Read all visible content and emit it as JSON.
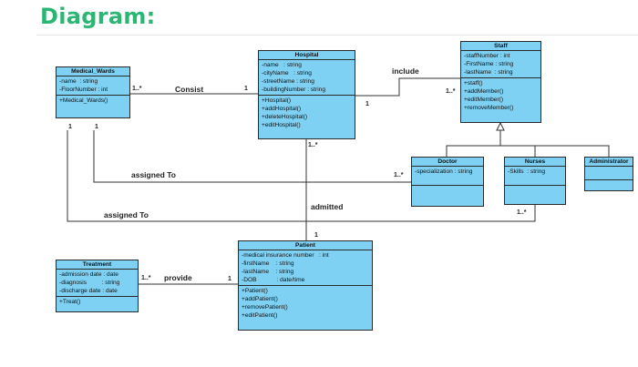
{
  "heading": "Diagram:",
  "classes": {
    "medical_wards": {
      "name": "Medical_Wards",
      "attributes": [
        "-name  : string",
        "-FloorNumber : int"
      ],
      "methods": [
        "+Medical_Wards()"
      ]
    },
    "hospital": {
      "name": "Hospital",
      "attributes": [
        "-name   : string",
        "-cityName   : string",
        "-streetName : string",
        "-buildingNumber : string"
      ],
      "methods": [
        "+Hospital()",
        "+addHospital()",
        "+deleteHospital()",
        "+editHospital()"
      ]
    },
    "staff": {
      "name": "Staff",
      "attributes": [
        "-staffNumber : int",
        "-FirstName : string",
        "-lastName  : string"
      ],
      "methods": [
        "+staff()",
        "+addMember()",
        "+editMember()",
        "+removeMember()"
      ]
    },
    "doctor": {
      "name": "Doctor",
      "attributes": [
        "-specialization : string"
      ],
      "methods": [
        ""
      ]
    },
    "nurses": {
      "name": "Nurses",
      "attributes": [
        "-Skills  : string"
      ],
      "methods": [
        ""
      ]
    },
    "administrator": {
      "name": "Administrator",
      "attributes": [
        ""
      ],
      "methods": [
        ""
      ]
    },
    "patient": {
      "name": "Patient",
      "attributes": [
        "-medical insurance number   : int",
        "-firstName    : string",
        "-lastName    : string",
        "-DOB            : date/time"
      ],
      "methods": [
        "+Patient()",
        "+addPatient()",
        "+removePatient()",
        "+editPatient()"
      ]
    },
    "treatment": {
      "name": "Treatment",
      "attributes": [
        "-admission date : date",
        "-diagnosis         : string",
        "-discharge date : date"
      ],
      "methods": [
        "+Treat()"
      ]
    }
  },
  "associations": {
    "consist": "Consist",
    "include": "include",
    "assigned_to_1": "assigned To",
    "assigned_to_2": "assigned To",
    "admitted": "admitted",
    "provide": "provide"
  },
  "multiplicities": {
    "wards_consist": "1..*",
    "hospital_consist": "1",
    "hospital_include": "1",
    "staff_include": "1..*",
    "wards_left": "1",
    "wards_right": "1",
    "doctor_assigned": "1..*",
    "nurses_assigned": "1..*",
    "hospital_admitted": "1..*",
    "patient_admitted": "1",
    "treatment_provide": "1..*",
    "patient_provide": "1"
  }
}
